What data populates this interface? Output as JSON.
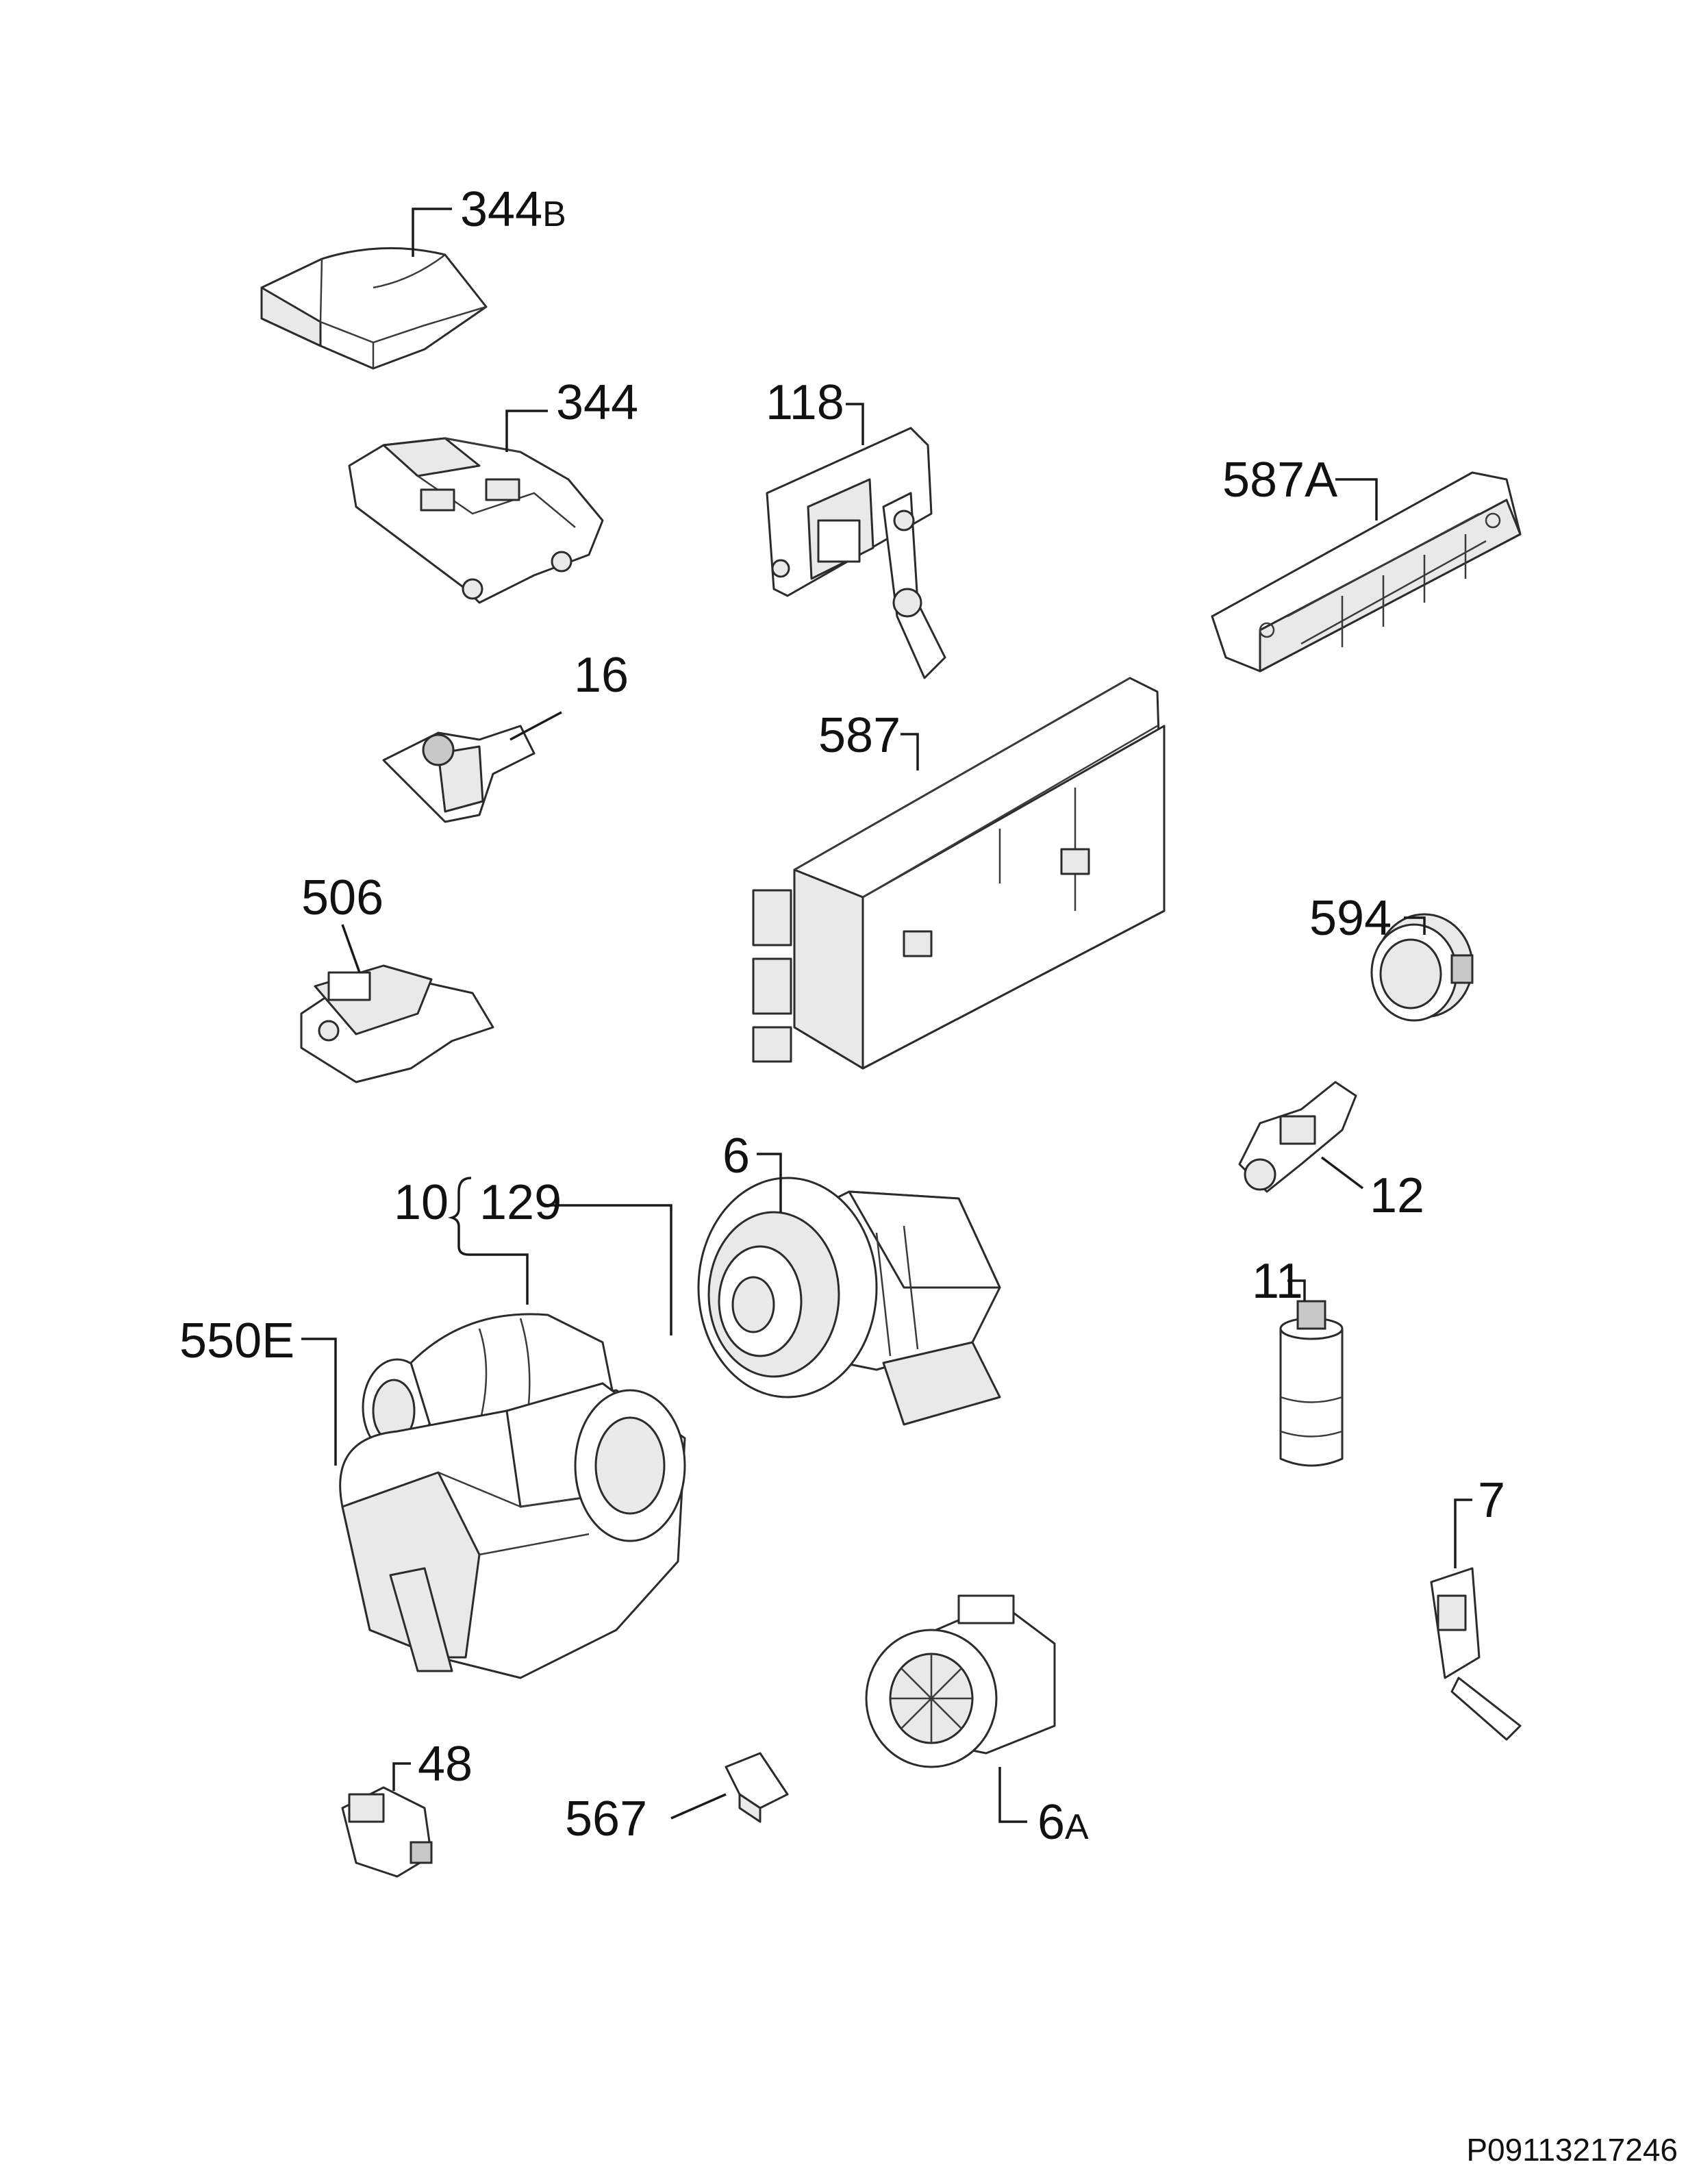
{
  "labels": {
    "p344b_main": "344",
    "p344b_suffix": "B",
    "p344": "344",
    "p118": "118",
    "p587a": "587A",
    "p16": "16",
    "p587": "587",
    "p506": "506",
    "p594": "594",
    "p6": "6",
    "p10": "10",
    "p129": "129",
    "p12": "12",
    "p550e": "550E",
    "p11": "11",
    "p7": "7",
    "p48": "48",
    "p567": "567",
    "p6a_main": "6",
    "p6a_suffix": "A"
  },
  "diagram_code": "P09113217246"
}
